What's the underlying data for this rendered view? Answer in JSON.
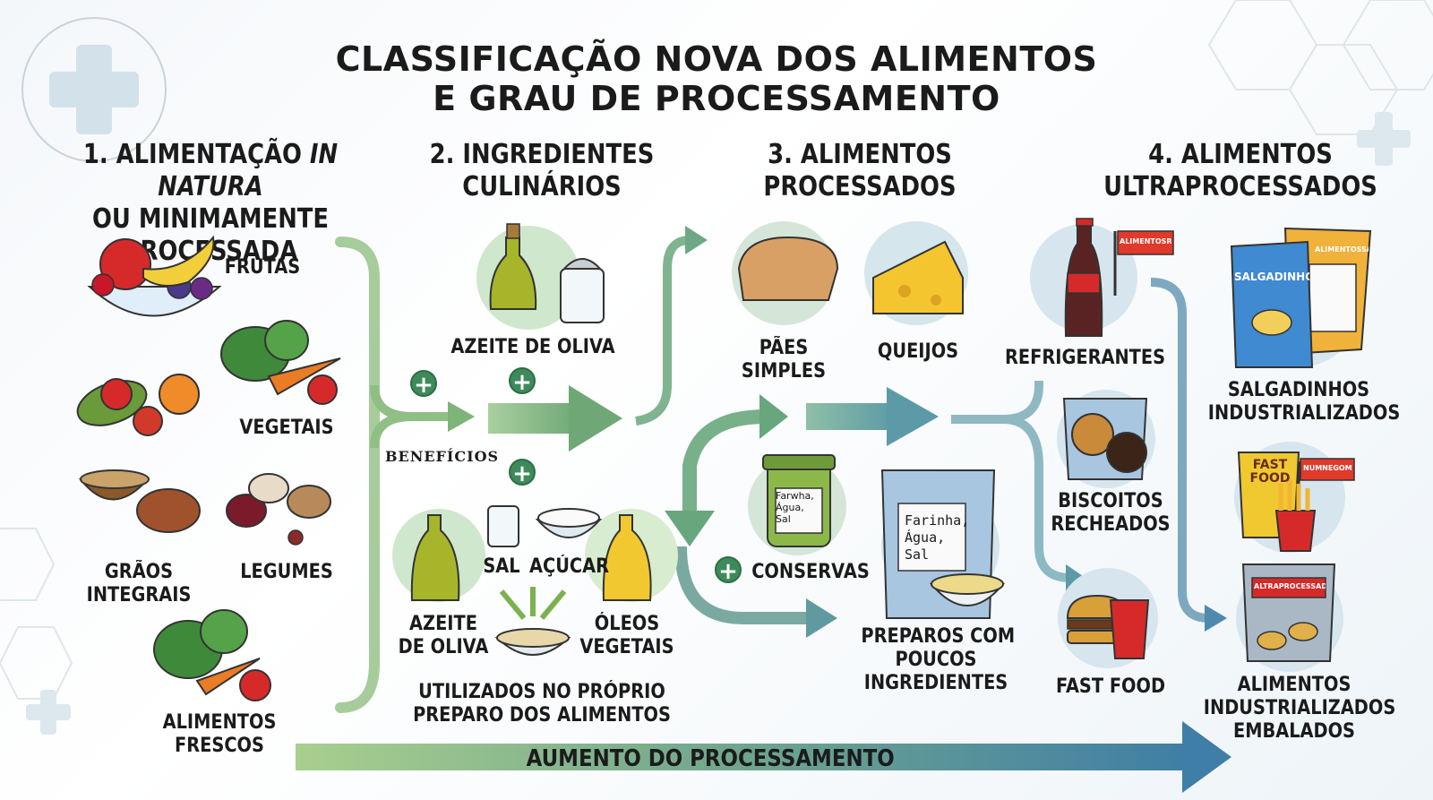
{
  "title_line1": "CLASSIFICAÇÃO NOVA DOS ALIMENTOS",
  "title_line2": "E GRAU DE PROCESSAMENTO",
  "cat1": {
    "line1_a": "1. ALIMENTAÇÃO ",
    "line1_b": "IN NATURA",
    "line2": "OU MINIMAMENTE",
    "line3": "PROCESSADA"
  },
  "cat2": {
    "line1": "2. INGREDIENTES",
    "line2": "CULINÁRIOS"
  },
  "cat3": {
    "line1": "3. ALIMENTOS",
    "line2": "PROCESSADOS"
  },
  "cat4": {
    "line1": "4. ALIMENTOS",
    "line2": "ULTRAPROCESSADOS"
  },
  "g1": {
    "frutas": "FRUTAS",
    "vegetais": "VEGETAIS",
    "graos1": "GRÃOS",
    "graos2": "INTEGRAIS",
    "legumes": "LEGUMES",
    "frescos1": "ALIMENTOS",
    "frescos2": "FRESCOS"
  },
  "g2": {
    "azeite_top": "AZEITE DE OLIVA",
    "beneficios": "BENEFÍCIOS",
    "sal": "SAL",
    "acucar": "AÇÚCAR",
    "azeite1": "AZEITE",
    "azeite2": "DE OLIVA",
    "oleos1": "ÓLEOS",
    "oleos2": "VEGETAIS",
    "uso1": "UTILIZADOS NO PRÓPRIO",
    "uso2": "PREPARO DOS ALIMENTOS"
  },
  "g3": {
    "paes1": "PÃES",
    "paes2": "SIMPLES",
    "queijos": "QUEIJOS",
    "conservas": "CONSERVAS",
    "jar1": "Farwha,",
    "jar2": "Água,",
    "jar3": "Sal",
    "bag1": "Farinha,",
    "bag2": "Água,",
    "bag3": "Sal",
    "prep1": "PREPAROS COM",
    "prep2": "POUCOS",
    "prep3": "INGREDIENTES"
  },
  "g4": {
    "refri": "REFRIGERANTES",
    "flag1": "ALIMENTOSRAPIA",
    "bisc1": "BISCOITOS",
    "bisc2": "RECHEADOS",
    "fastfood": "FAST FOOD",
    "salg_bag": "SALGADINHOS",
    "ult_bag": "ALIMENTOSSADA",
    "salg1": "SALGADINHOS",
    "salg2": "INDUSTRIALIZADOS",
    "ff_box1": "FAST",
    "ff_box2": "FOOD",
    "ff_flag": "NUMNEGOM",
    "emb_bag": "ALTRAPROCESSADS",
    "emb1": "ALIMENTOS",
    "emb2": "INDUSTRIALIZADOS",
    "emb3": "EMBALADOS"
  },
  "bottom_arrow": "AUMENTO DO PROCESSAMENTO",
  "colors": {
    "green": "#6fa876",
    "teal": "#5b9aa6",
    "blue": "#3f7ea6",
    "dark_green": "#3e8a5b"
  }
}
